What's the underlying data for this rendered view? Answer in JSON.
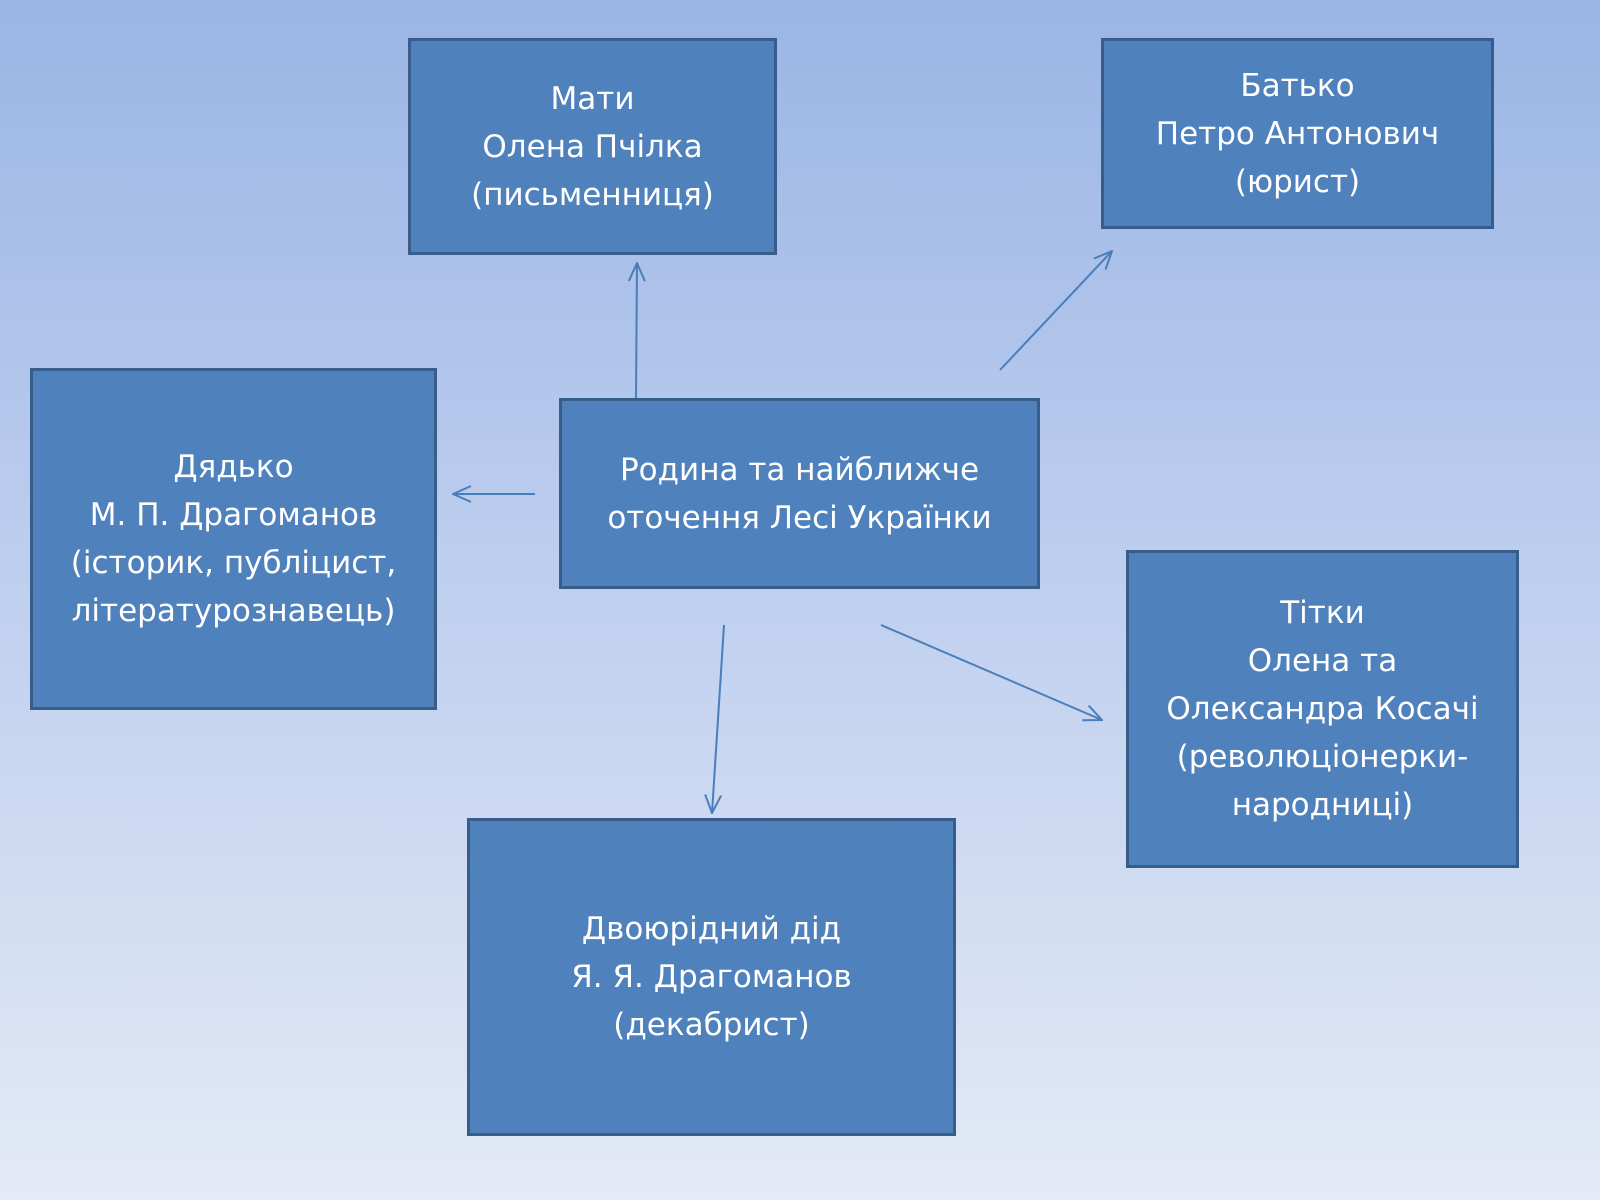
{
  "diagram": {
    "center": {
      "text": "Родина та найближче\nоточення Лесі Українки"
    },
    "nodes": {
      "mother": {
        "text": "Мати\nОлена Пчілка\n(письменниця)"
      },
      "father": {
        "text": "Батько\nПетро Антонович\n(юрист)"
      },
      "uncle": {
        "text": "Дядько\n М. П. Драгоманов\n(історик, публіцист,\nлітературознавець)"
      },
      "aunts": {
        "text": "Тітки\n Олена та\nОлександра Косачі\n(революціонерки-\nнародниці)"
      },
      "granduncle": {
        "text": "Двоюрідний дід\nЯ. Я. Драгоманов\n(декабрист)"
      }
    },
    "colors": {
      "box_fill": "#4f81bd",
      "box_border": "#385d8a",
      "connector": "#4a7ebb",
      "text": "#ffffff"
    }
  }
}
